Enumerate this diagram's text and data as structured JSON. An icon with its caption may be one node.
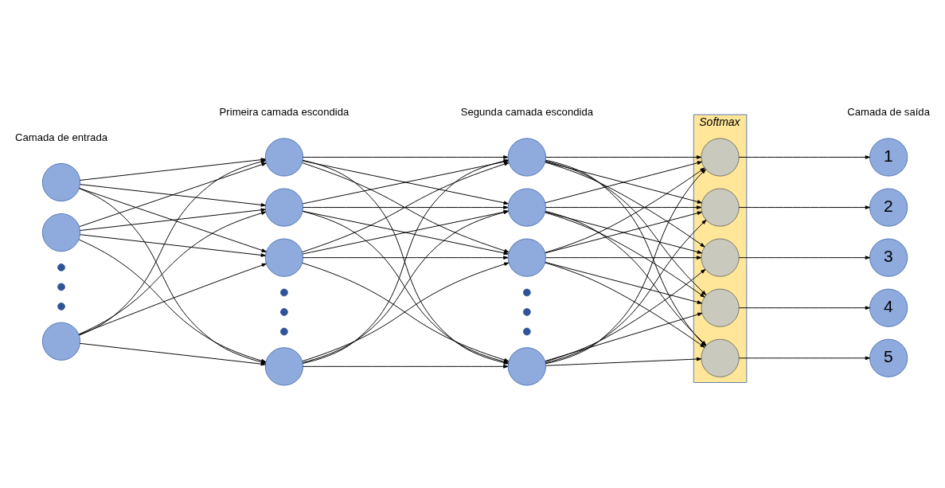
{
  "diagram": {
    "nodes": [
      {
        "text": [],
        "shape": "circle"
      },
      {
        "text": [],
        "shape": "circle"
      },
      {
        "text": [],
        "shape": "dot"
      },
      {
        "text": [],
        "shape": "dot"
      },
      {
        "text": [],
        "shape": "dot"
      },
      {
        "text": [],
        "shape": "circle"
      },
      {
        "text": [],
        "shape": "circle"
      },
      {
        "text": [],
        "shape": "circle"
      },
      {
        "text": [],
        "shape": "circle"
      },
      {
        "text": [],
        "shape": "dot"
      },
      {
        "text": [],
        "shape": "dot"
      },
      {
        "text": [],
        "shape": "dot"
      },
      {
        "text": [],
        "shape": "circle"
      },
      {
        "text": [],
        "shape": "circle"
      },
      {
        "text": [],
        "shape": "circle"
      },
      {
        "text": [],
        "shape": "circle"
      },
      {
        "text": [],
        "shape": "dot"
      },
      {
        "text": [],
        "shape": "dot"
      },
      {
        "text": [],
        "shape": "dot"
      },
      {
        "text": [],
        "shape": "circle"
      },
      {
        "text": [
          "Softmax"
        ]
      },
      {
        "text": [],
        "shape": "circle",
        "in": 20
      },
      {
        "text": [],
        "shape": "circle",
        "in": 20
      },
      {
        "text": [],
        "shape": "circle",
        "in": 20
      },
      {
        "text": [],
        "shape": "circle",
        "in": 20
      },
      {
        "text": [],
        "shape": "circle",
        "in": 20
      },
      {
        "text": [
          "1"
        ]
      },
      {
        "text": [
          "2"
        ]
      },
      {
        "text": [
          "3"
        ]
      },
      {
        "text": [
          "4"
        ]
      },
      {
        "text": [
          "5"
        ]
      }
    ],
    "edges": [
      {
        "from": 0,
        "to": 6,
        "arrow": "to"
      },
      {
        "from": 0,
        "to": 7,
        "arrow": "to"
      },
      {
        "from": 0,
        "to": 8,
        "arrow": "to"
      },
      {
        "from": 0,
        "to": 12,
        "arrow": "to"
      },
      {
        "from": 1,
        "to": 6,
        "arrow": "to"
      },
      {
        "from": 1,
        "to": 7,
        "arrow": "to"
      },
      {
        "from": 1,
        "to": 8,
        "arrow": "to"
      },
      {
        "from": 1,
        "to": 12,
        "arrow": "to"
      },
      {
        "from": 5,
        "to": 6,
        "arrow": "to"
      },
      {
        "from": 5,
        "to": 7,
        "arrow": "to"
      },
      {
        "from": 5,
        "to": 8,
        "arrow": "to"
      },
      {
        "from": 5,
        "to": 12,
        "arrow": "to"
      },
      {
        "from": 6,
        "to": 13,
        "arrow": "to"
      },
      {
        "from": 6,
        "to": 14,
        "arrow": "to"
      },
      {
        "from": 6,
        "to": 15,
        "arrow": "to"
      },
      {
        "from": 6,
        "to": 19,
        "arrow": "to"
      },
      {
        "from": 7,
        "to": 13,
        "arrow": "to"
      },
      {
        "from": 7,
        "to": 14,
        "arrow": "to"
      },
      {
        "from": 7,
        "to": 15,
        "arrow": "to"
      },
      {
        "from": 7,
        "to": 19,
        "arrow": "to"
      },
      {
        "from": 8,
        "to": 13,
        "arrow": "to"
      },
      {
        "from": 8,
        "to": 14,
        "arrow": "to"
      },
      {
        "from": 8,
        "to": 15,
        "arrow": "to"
      },
      {
        "from": 8,
        "to": 19,
        "arrow": "to"
      },
      {
        "from": 12,
        "to": 13,
        "arrow": "to"
      },
      {
        "from": 12,
        "to": 14,
        "arrow": "to"
      },
      {
        "from": 12,
        "to": 15,
        "arrow": "to"
      },
      {
        "from": 12,
        "to": 19,
        "arrow": "to"
      },
      {
        "from": 13,
        "to": 21,
        "arrow": "to"
      },
      {
        "from": 13,
        "to": 22,
        "arrow": "to"
      },
      {
        "from": 13,
        "to": 23,
        "arrow": "to"
      },
      {
        "from": 13,
        "to": 24,
        "arrow": "to"
      },
      {
        "from": 13,
        "to": 25,
        "arrow": "to"
      },
      {
        "from": 14,
        "to": 21,
        "arrow": "to"
      },
      {
        "from": 14,
        "to": 22,
        "arrow": "to"
      },
      {
        "from": 14,
        "to": 23,
        "arrow": "to"
      },
      {
        "from": 14,
        "to": 24,
        "arrow": "to"
      },
      {
        "from": 14,
        "to": 25,
        "arrow": "to"
      },
      {
        "from": 15,
        "to": 21,
        "arrow": "to"
      },
      {
        "from": 15,
        "to": 22,
        "arrow": "to"
      },
      {
        "from": 15,
        "to": 23,
        "arrow": "to"
      },
      {
        "from": 15,
        "to": 24,
        "arrow": "to"
      },
      {
        "from": 15,
        "to": 25,
        "arrow": "to"
      },
      {
        "from": 19,
        "to": 21,
        "arrow": "to"
      },
      {
        "from": 19,
        "to": 22,
        "arrow": "to"
      },
      {
        "from": 19,
        "to": 23,
        "arrow": "to"
      },
      {
        "from": 19,
        "to": 24,
        "arrow": "to"
      },
      {
        "from": 19,
        "to": 25,
        "arrow": "to"
      },
      {
        "from": 21,
        "to": 26,
        "arrow": "to"
      },
      {
        "from": 22,
        "to": 27,
        "arrow": "to"
      },
      {
        "from": 23,
        "to": 28,
        "arrow": "to"
      },
      {
        "from": 24,
        "to": 29,
        "arrow": "to"
      },
      {
        "from": 25,
        "to": 30,
        "arrow": "to"
      }
    ],
    "labels": [
      "Camada de entrada",
      "Primeira camada escondida",
      "Segunda camada escondida",
      "Camada de saída"
    ]
  }
}
